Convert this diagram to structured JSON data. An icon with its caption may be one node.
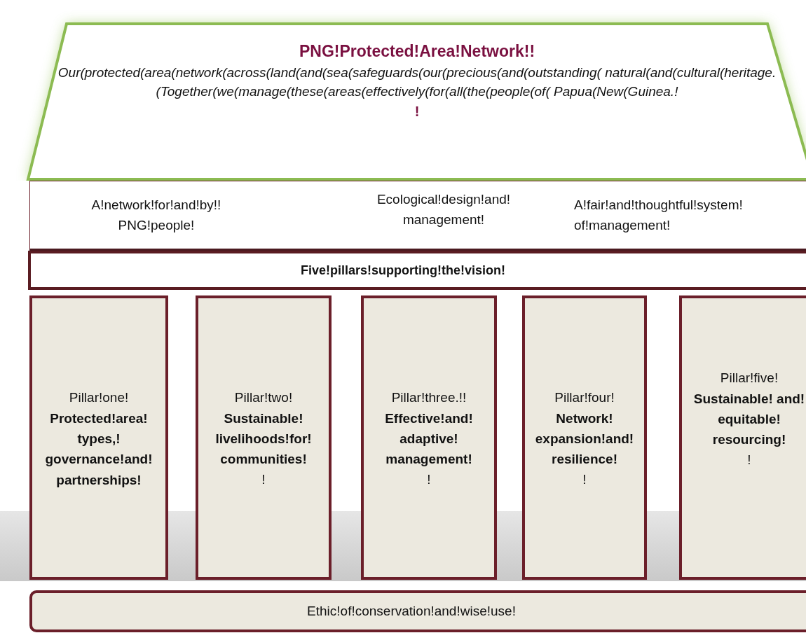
{
  "diagram": {
    "nodes": [
      {
        "text": [
          "PNG!Protected!Area!Network!!",
          "Our(protected(area(network(across(land(and(sea(safeguards(our(precious(and(outstanding( natural(and(cultural(heritage.(Together(we(manage(these(areas(effectively(for(all(the(people(of( Papua(New(Guinea.!",
          "!"
        ]
      },
      {
        "text": [
          "A!network!for!and!by!! PNG!people!",
          "Ecological!design!and! management!",
          "A!fair!and!thoughtful!system! of!management!"
        ]
      },
      {
        "text": [
          "Five!pillars!supporting!the!vision!"
        ]
      },
      {
        "text": [
          "Pillar!one!",
          "Protected!area! types,! governance!and! partnerships!"
        ]
      },
      {
        "text": [
          "Pillar!two!",
          "Sustainable! livelihoods!for! communities!",
          "!"
        ]
      },
      {
        "text": [
          "Pillar!three.!!",
          "Effective!and! adaptive! management!",
          "!"
        ]
      },
      {
        "text": [
          "Pillar!four!",
          "Network! expansion!and! resilience!",
          "!"
        ]
      },
      {
        "text": [
          "Pillar!five!",
          "Sustainable! and! equitable! resourcing!",
          "!"
        ]
      },
      {
        "text": [
          "Ethic!of!conservation!and!wise!use!"
        ]
      }
    ],
    "edges": []
  }
}
